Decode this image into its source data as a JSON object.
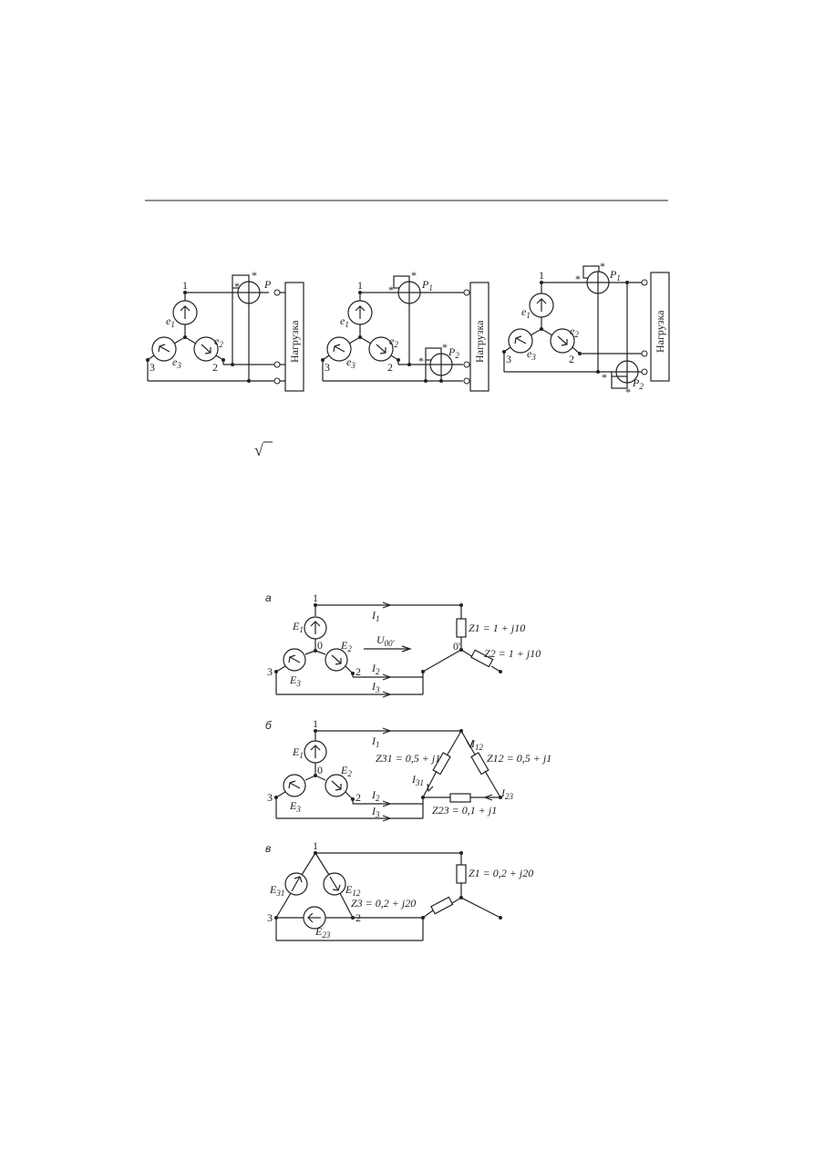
{
  "load_label": "Нагрузка",
  "star": "*",
  "nodes": {
    "n1": "1",
    "n2": "2",
    "n3": "3",
    "n0": "0",
    "n0p": "0'"
  },
  "sources": {
    "e": "e",
    "E": "E",
    "sub1": "1",
    "sub2": "2",
    "sub3": "3",
    "sub12": "12",
    "sub23": "23",
    "sub31": "31"
  },
  "meters": {
    "P": "P",
    "P1": "1",
    "P2": "2"
  },
  "fig_top": {
    "left": {
      "load": "Нагрузка"
    },
    "middle": {
      "load": "Нагрузка"
    },
    "right": {
      "load": "Нагрузка"
    }
  },
  "sqrt_symbol": "√",
  "panels": {
    "a": "а",
    "b": "б",
    "v": "в"
  },
  "currents": {
    "I": "I",
    "sub1": "1",
    "sub2": "2",
    "sub3": "3",
    "sub12": "12",
    "sub23": "23",
    "sub31": "31"
  },
  "voltage": {
    "U": "U",
    "sub": "00'"
  },
  "impedances": {
    "a_Z1": "Z1 = 1 + j10",
    "a_Z2": "Z2 = 1 + j10",
    "b_Z31": "Z31 = 0,5 + j1",
    "b_Z12": "Z12 = 0,5 + j1",
    "b_Z23": "Z23 = 0,1 + j1",
    "v_Z1": "Z1 = 0,2 + j20",
    "v_Z3": "Z3 = 0,2 + j20"
  }
}
